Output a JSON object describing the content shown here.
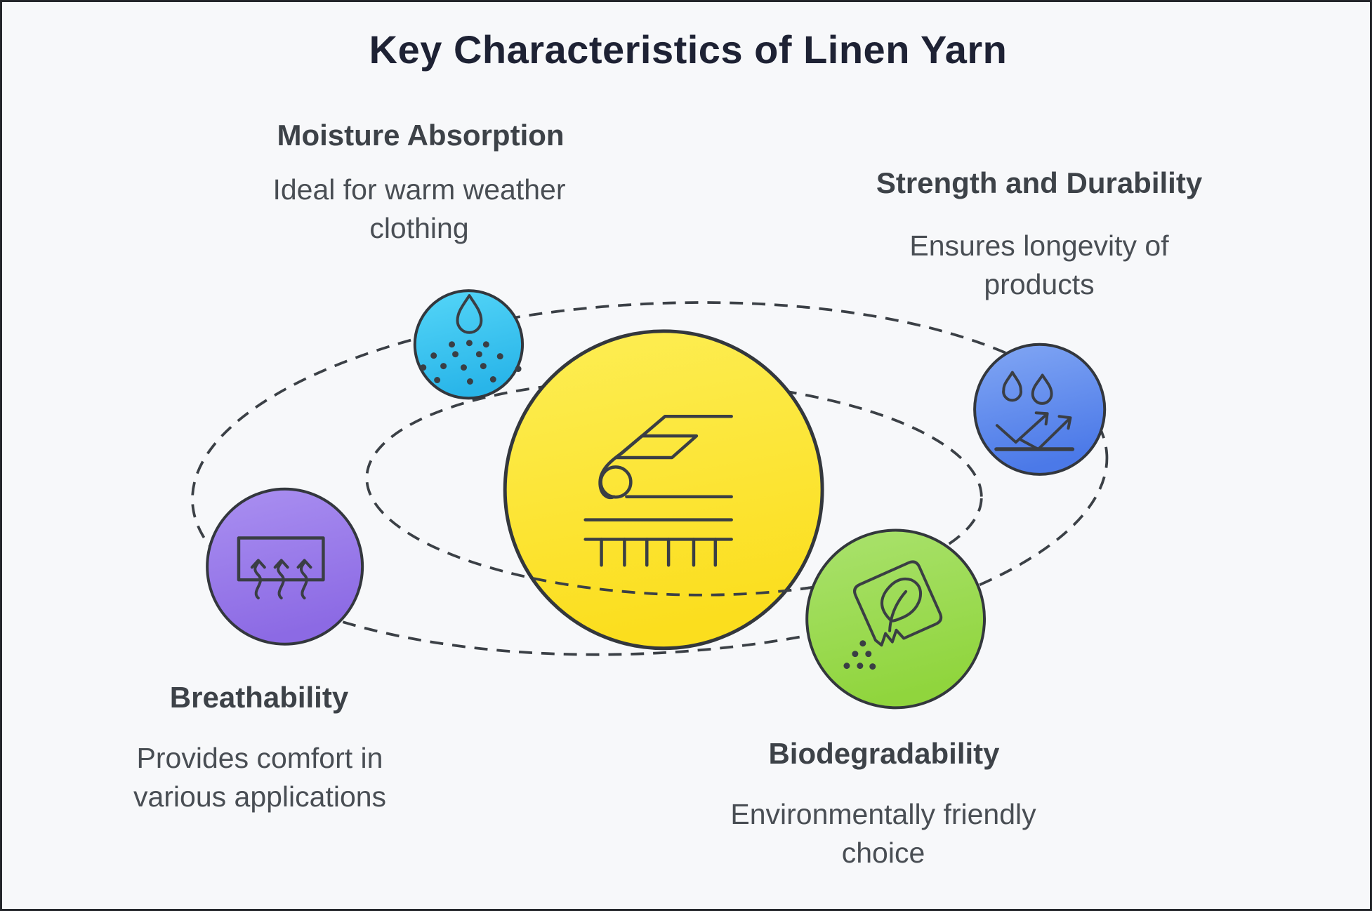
{
  "title": "Key Characteristics of Linen Yarn",
  "center": {
    "icon": "linen-fabric-roll-icon",
    "color": "#fbe32a"
  },
  "nodes": [
    {
      "id": "moisture-absorption",
      "label": "Moisture Absorption",
      "description": "Ideal for warm weather clothing",
      "icon": "water-drop-spray-icon",
      "color": "#3fc9f0"
    },
    {
      "id": "strength-durability",
      "label": "Strength and Durability",
      "description": "Ensures longevity of products",
      "icon": "water-drops-bounce-arrows-icon",
      "color": "#6290ee"
    },
    {
      "id": "breathability",
      "label": "Breathability",
      "description": "Provides comfort in various applications",
      "icon": "airflow-arrows-fabric-icon",
      "color": "#9b79e9"
    },
    {
      "id": "biodegradability",
      "label": "Biodegradability",
      "description": "Environmentally friendly choice",
      "icon": "package-leaf-compost-icon",
      "color": "#9edd52"
    }
  ]
}
